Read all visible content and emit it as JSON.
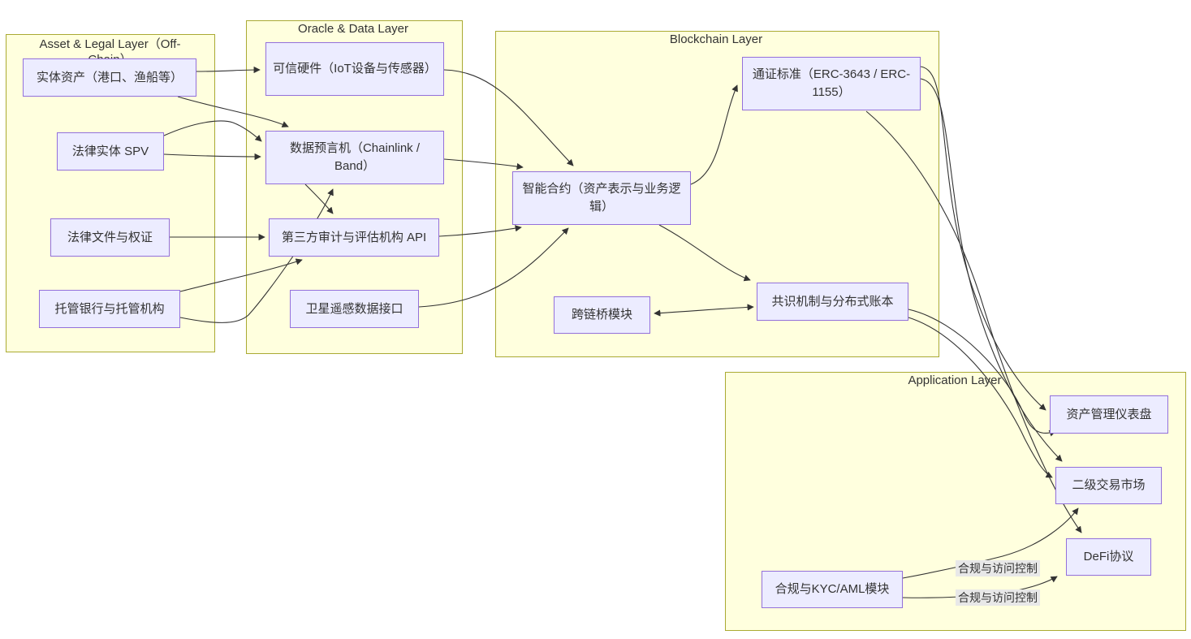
{
  "diagram": {
    "type": "flowchart",
    "direction": "LR",
    "colors": {
      "layer_fill": "#ffffde",
      "layer_border": "#aaaa33",
      "node_fill": "#ECECFF",
      "node_border": "#9370DB",
      "edge_stroke": "#333333",
      "edge_label_bg": "#e8e8e8",
      "text": "#333333",
      "page_bg": "#ffffff"
    },
    "layers": {
      "asset": {
        "title": "Asset & Legal Layer（Off-Chain）"
      },
      "oracle": {
        "title": "Oracle & Data Layer"
      },
      "blockchain": {
        "title": "Blockchain Layer"
      },
      "application": {
        "title": "Application Layer"
      }
    },
    "nodes": {
      "A": {
        "label": "实体资产（港口、渔船等）",
        "layer": "asset"
      },
      "B": {
        "label": "法律实体 SPV",
        "layer": "asset"
      },
      "C": {
        "label": "法律文件与权证",
        "layer": "asset"
      },
      "D": {
        "label": "托管银行与托管机构",
        "layer": "asset"
      },
      "E": {
        "label": "可信硬件（IoT设备与传感器）",
        "layer": "oracle"
      },
      "F": {
        "label": "数据预言机（Chainlink / Band）",
        "layer": "oracle"
      },
      "G": {
        "label": "第三方审计与评估机构 API",
        "layer": "oracle"
      },
      "H": {
        "label": "卫星遥感数据接口",
        "layer": "oracle"
      },
      "J": {
        "label": "智能合约（资产表示与业务逻辑）",
        "layer": "blockchain"
      },
      "I": {
        "label": "通证标准（ERC-3643 / ERC-1155）",
        "layer": "blockchain"
      },
      "K": {
        "label": "共识机制与分布式账本",
        "layer": "blockchain"
      },
      "L": {
        "label": "跨链桥模块",
        "layer": "blockchain"
      },
      "M": {
        "label": "资产管理仪表盘",
        "layer": "application"
      },
      "N": {
        "label": "二级交易市场",
        "layer": "application"
      },
      "O": {
        "label": "DeFi协议",
        "layer": "application"
      },
      "P": {
        "label": "合规与KYC/AML模块",
        "layer": "application"
      }
    },
    "edges": [
      {
        "from": "A",
        "to": "E"
      },
      {
        "from": "A",
        "to": "F"
      },
      {
        "from": "B",
        "to": "F"
      },
      {
        "from": "B",
        "to": "F"
      },
      {
        "from": "C",
        "to": "G"
      },
      {
        "from": "D",
        "to": "G"
      },
      {
        "from": "D",
        "to": "F"
      },
      {
        "from": "F",
        "to": "G"
      },
      {
        "from": "E",
        "to": "J"
      },
      {
        "from": "F",
        "to": "J"
      },
      {
        "from": "G",
        "to": "J"
      },
      {
        "from": "H",
        "to": "J"
      },
      {
        "from": "J",
        "to": "I"
      },
      {
        "from": "J",
        "to": "K"
      },
      {
        "from": "K",
        "to": "L",
        "bidirectional": true
      },
      {
        "from": "I",
        "to": "M"
      },
      {
        "from": "I",
        "to": "N"
      },
      {
        "from": "I",
        "to": "O"
      },
      {
        "from": "K",
        "to": "M"
      },
      {
        "from": "K",
        "to": "N"
      },
      {
        "from": "P",
        "to": "N",
        "label": "合规与访问控制"
      },
      {
        "from": "P",
        "to": "O",
        "label": "合规与访问控制"
      }
    ]
  }
}
